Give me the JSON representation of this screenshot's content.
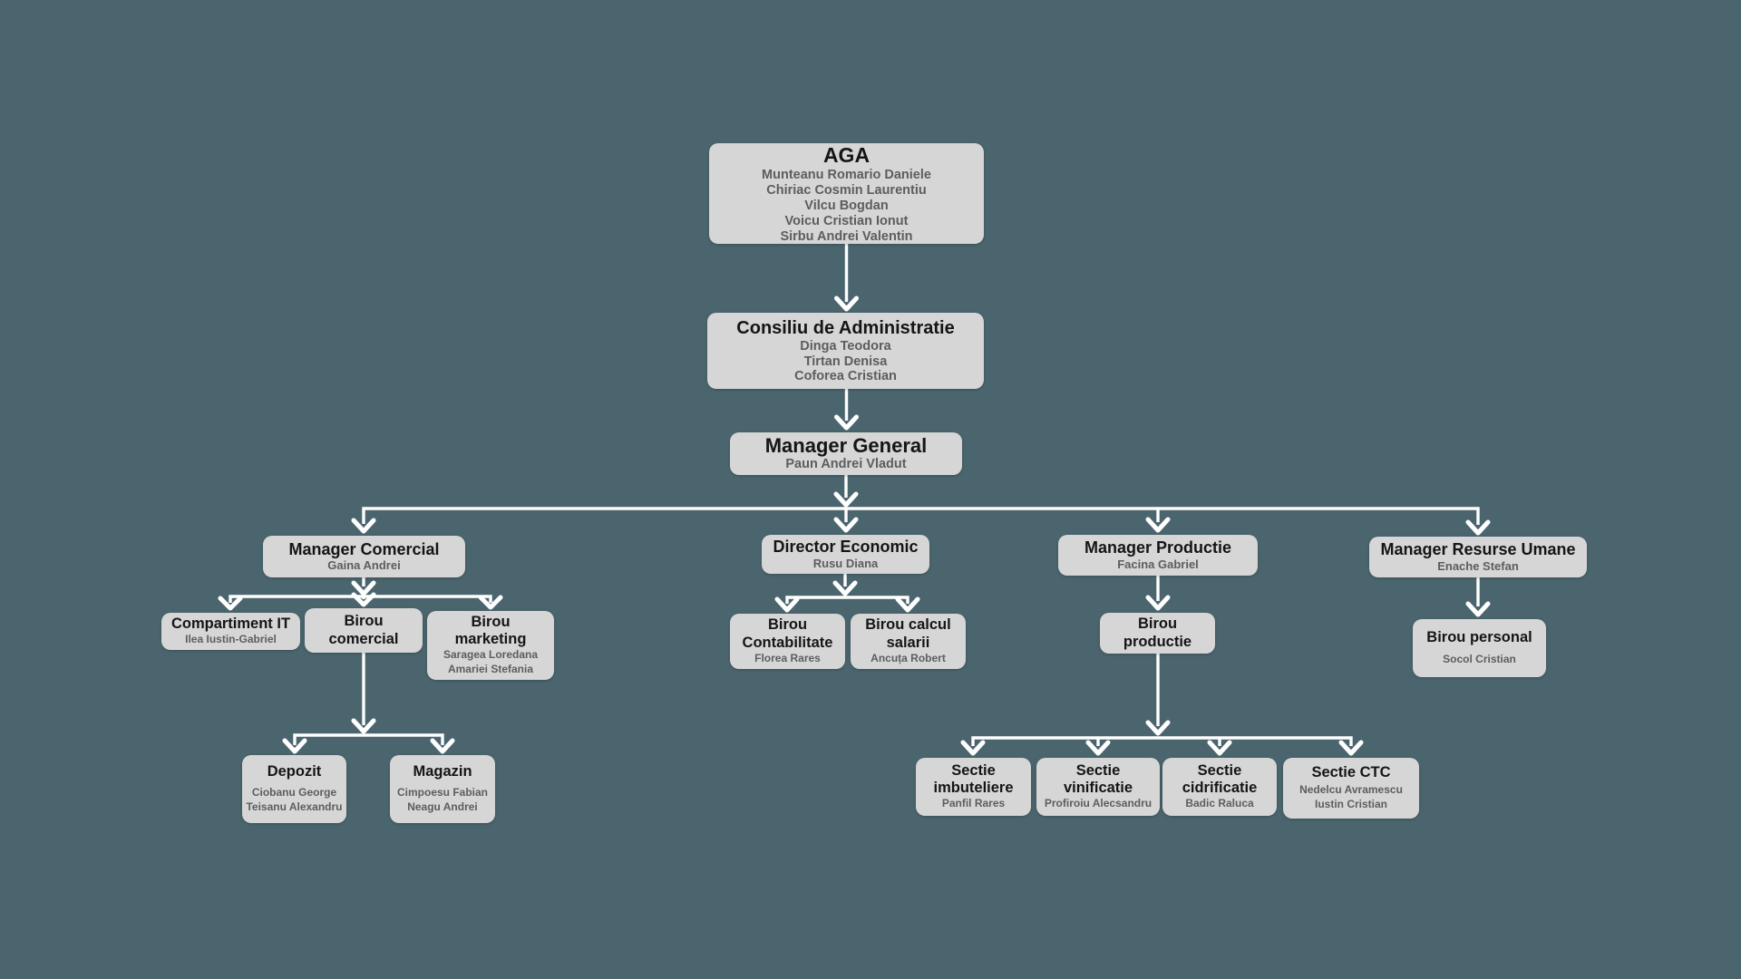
{
  "page": {
    "type": "org-chart",
    "background_color": "#4b656e",
    "node_fill_color": "#d6d6d6",
    "node_title_color": "#151515",
    "node_name_color": "#5d5d5d",
    "connector_color": "#ffffff"
  },
  "nodes": {
    "aga": {
      "title_lines": [
        "AGA"
      ],
      "names": [
        "Munteanu Romario Daniele",
        "Chiriac Cosmin Laurentiu",
        "Vilcu Bogdan",
        "Voicu Cristian Ionut",
        "Sirbu Andrei Valentin"
      ]
    },
    "consiliu_de_administratie": {
      "title_lines": [
        "Consiliu de Administratie"
      ],
      "names": [
        "Dinga Teodora",
        "Tirtan Denisa",
        "Coforea Cristian"
      ]
    },
    "manager_general": {
      "title_lines": [
        "Manager General"
      ],
      "names": [
        "Paun Andrei Vladut"
      ]
    },
    "manager_comercial": {
      "title_lines": [
        "Manager Comercial"
      ],
      "names": [
        "Gaina Andrei"
      ]
    },
    "director_economic": {
      "title_lines": [
        "Director Economic"
      ],
      "names": [
        "Rusu Diana"
      ]
    },
    "manager_productie": {
      "title_lines": [
        "Manager Productie"
      ],
      "names": [
        "Facina Gabriel"
      ]
    },
    "manager_resurse_umane": {
      "title_lines": [
        "Manager Resurse Umane"
      ],
      "names": [
        "Enache Stefan"
      ]
    },
    "compartiment_it": {
      "title_lines": [
        "Compartiment IT"
      ],
      "names": [
        "Ilea Iustin-Gabriel"
      ]
    },
    "birou_comercial": {
      "title_lines": [
        "Birou",
        "comercial"
      ],
      "names": []
    },
    "birou_marketing": {
      "title_lines": [
        "Birou",
        "marketing"
      ],
      "names": [
        "Saragea Loredana",
        "Amariei Stefania"
      ]
    },
    "depozit": {
      "title_lines": [
        "Depozit"
      ],
      "names": [
        "Ciobanu George",
        "Teisanu Alexandru"
      ]
    },
    "magazin": {
      "title_lines": [
        "Magazin"
      ],
      "names": [
        "Cimpoesu Fabian",
        "Neagu Andrei"
      ]
    },
    "birou_contabilitate": {
      "title_lines": [
        "Birou",
        "Contabilitate"
      ],
      "names": [
        "Florea Rares"
      ]
    },
    "birou_calcul_salarii": {
      "title_lines": [
        "Birou calcul",
        "salarii"
      ],
      "names": [
        "Ancuța Robert"
      ]
    },
    "birou_productie": {
      "title_lines": [
        "Birou",
        "productie"
      ],
      "names": []
    },
    "sectie_imbuteliere": {
      "title_lines": [
        "Sectie",
        "imbuteliere"
      ],
      "names": [
        "Panfil Rares"
      ]
    },
    "sectie_vinificatie": {
      "title_lines": [
        "Sectie",
        "vinificatie"
      ],
      "names": [
        "Profiroiu Alecsandru"
      ]
    },
    "sectie_cidrificatie": {
      "title_lines": [
        "Sectie",
        "cidrificatie"
      ],
      "names": [
        "Badic Raluca"
      ]
    },
    "sectie_ctc": {
      "title_lines": [
        "Sectie CTC"
      ],
      "names": [
        "Nedelcu Avramescu",
        "Iustin Cristian"
      ]
    },
    "birou_personal": {
      "title_lines": [
        "Birou personal"
      ],
      "names": [
        "Socol Cristian"
      ]
    }
  },
  "edges": [
    {
      "from": "aga",
      "to": "consiliu_de_administratie"
    },
    {
      "from": "consiliu_de_administratie",
      "to": "manager_general"
    },
    {
      "from": "manager_general",
      "to": "manager_comercial"
    },
    {
      "from": "manager_general",
      "to": "director_economic"
    },
    {
      "from": "manager_general",
      "to": "manager_productie"
    },
    {
      "from": "manager_general",
      "to": "manager_resurse_umane"
    },
    {
      "from": "manager_comercial",
      "to": "compartiment_it"
    },
    {
      "from": "manager_comercial",
      "to": "birou_comercial"
    },
    {
      "from": "manager_comercial",
      "to": "birou_marketing"
    },
    {
      "from": "birou_comercial",
      "to": "depozit"
    },
    {
      "from": "birou_comercial",
      "to": "magazin"
    },
    {
      "from": "director_economic",
      "to": "birou_contabilitate"
    },
    {
      "from": "director_economic",
      "to": "birou_calcul_salarii"
    },
    {
      "from": "manager_productie",
      "to": "birou_productie"
    },
    {
      "from": "birou_productie",
      "to": "sectie_imbuteliere"
    },
    {
      "from": "birou_productie",
      "to": "sectie_vinificatie"
    },
    {
      "from": "birou_productie",
      "to": "sectie_cidrificatie"
    },
    {
      "from": "birou_productie",
      "to": "sectie_ctc"
    },
    {
      "from": "manager_resurse_umane",
      "to": "birou_personal"
    }
  ]
}
